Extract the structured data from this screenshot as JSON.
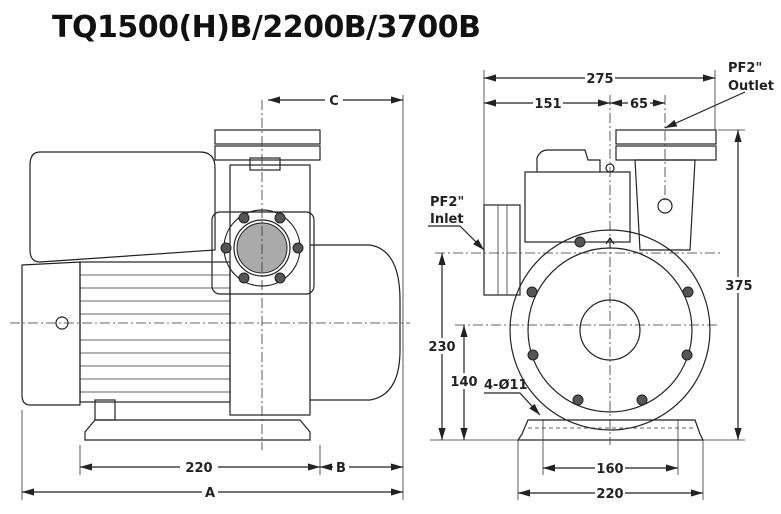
{
  "title": "TQ1500(H)B/2200B/3700B",
  "side_view": {
    "dim_c": "C",
    "dim_a": "A",
    "dim_b": "B",
    "dim_220": "220"
  },
  "front_view": {
    "dim_275": "275",
    "dim_151": "151",
    "dim_65": "65",
    "dim_375": "375",
    "dim_230": "230",
    "dim_140": "140",
    "dim_160": "160",
    "dim_220": "220",
    "holes": "4-Ø11",
    "outlet_size": "PF2\"",
    "outlet_label": "Outlet",
    "inlet_size": "PF2\"",
    "inlet_label": "Inlet"
  }
}
